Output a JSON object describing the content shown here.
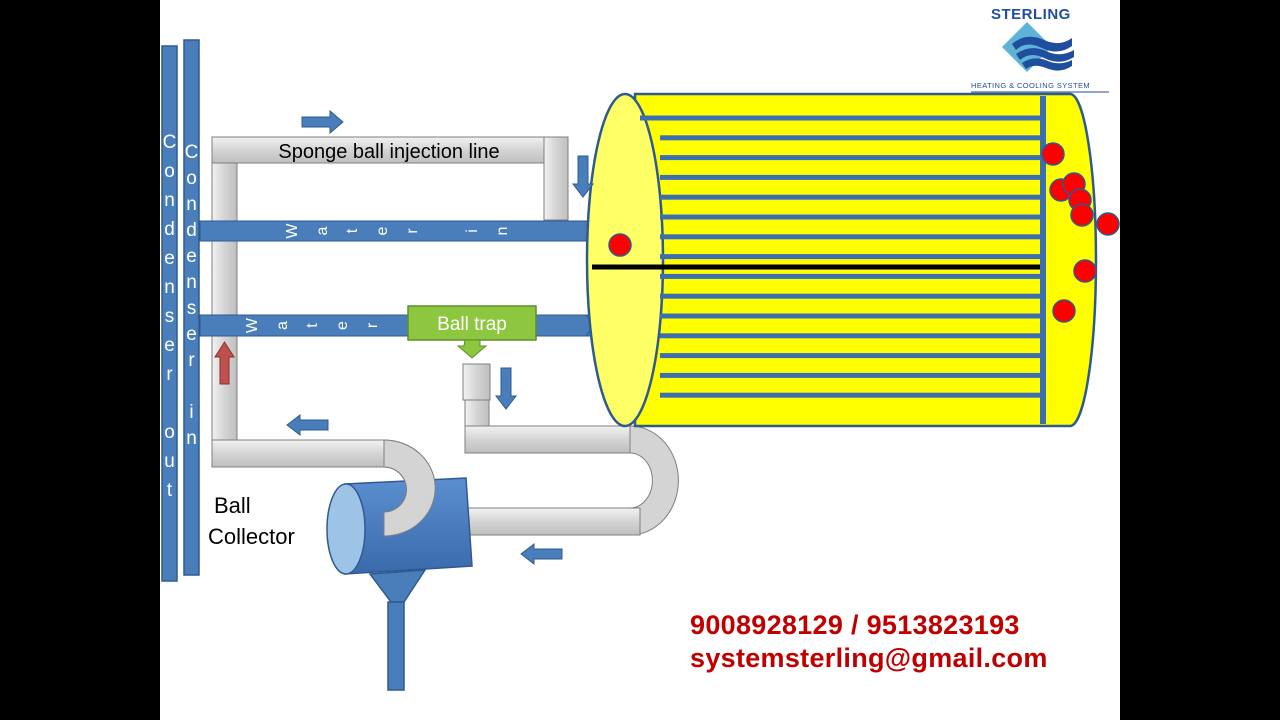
{
  "logo": {
    "brand": "STERLING",
    "tagline": "HEATING & COOLING SYSTEM"
  },
  "labels": {
    "condenser_out": "Condenser out",
    "condenser_in": "Condenser in",
    "water_in": "Water in",
    "water_out": "Water",
    "injection_line": "Sponge ball injection line",
    "ball_trap": "Ball trap",
    "ball_collector_line1": "Ball",
    "ball_collector_line2": "Collector"
  },
  "contact": {
    "phones": "9008928129 / 9513823193",
    "email": "systemsterling@gmail.com"
  },
  "colors": {
    "pipe_blue": "#4a7ebb",
    "pipe_grey": "#d9d9d9",
    "condenser_yellow": "#ffff00",
    "condenser_end": "#ffff66",
    "tube": "#3d6fb0",
    "ball_red": "#ff0000",
    "trap_green": "#8dc63f",
    "contact_red": "#c00000"
  },
  "icons": [
    "right-arrow-icon",
    "left-arrow-icon",
    "down-arrow-icon",
    "up-arrow-icon",
    "sponge-ball-icon",
    "sterling-logo-icon"
  ]
}
